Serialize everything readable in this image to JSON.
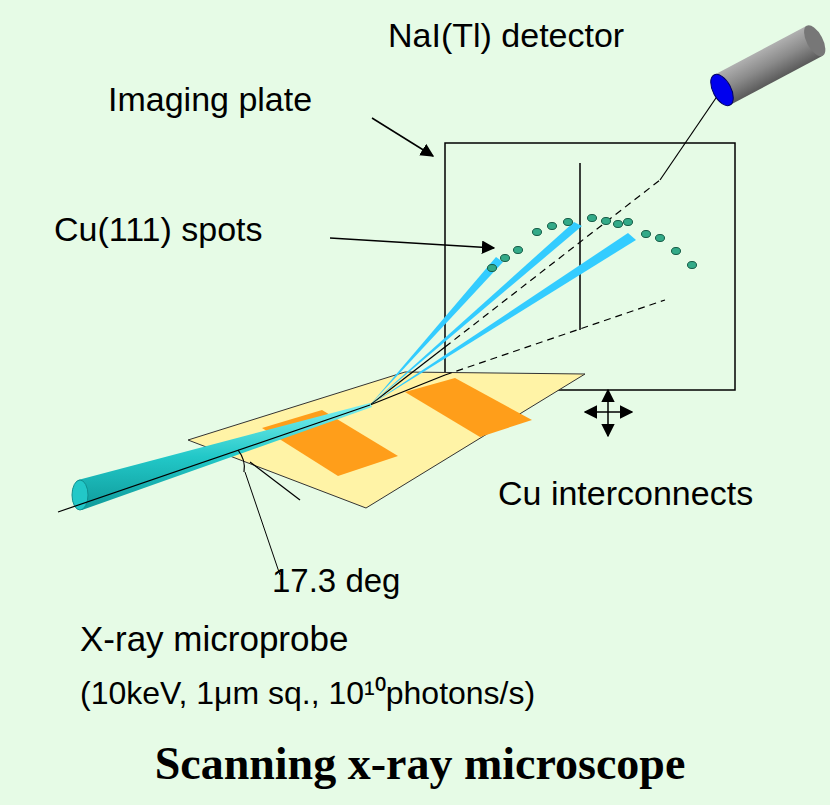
{
  "diagram": {
    "title": "Scanning x-ray microscope",
    "labels": [
      "NaI(Tl) detector",
      "Imaging plate",
      "Cu(111) spots",
      "Cu interconnects",
      "17.3 deg",
      "X-ray microprobe",
      "(10keV, 1μm sq., 10¹⁰photons/s)"
    ]
  }
}
